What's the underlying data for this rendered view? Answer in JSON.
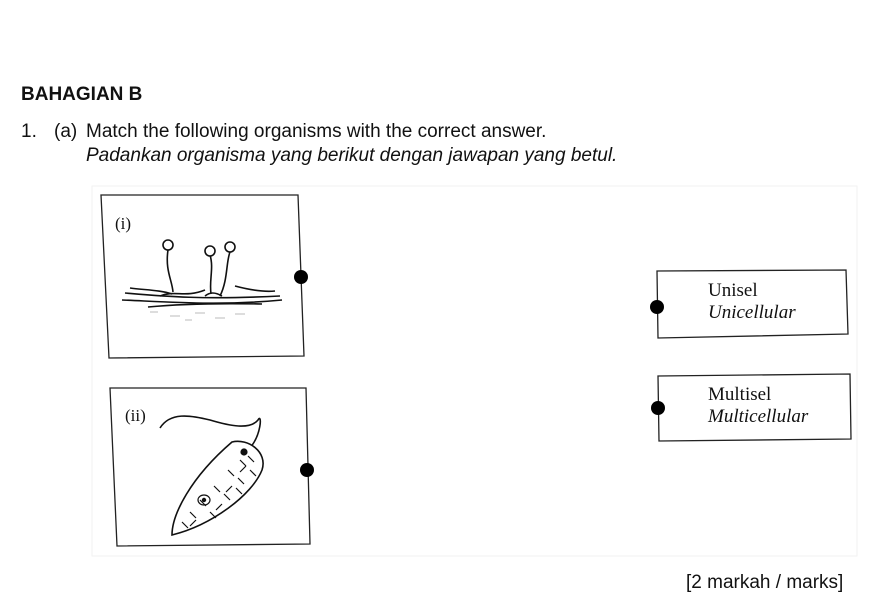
{
  "section": {
    "title": "BAHAGIAN B"
  },
  "question": {
    "number": "1.",
    "part": "(a)",
    "instruction_en": "Match the following organisms with the correct answer.",
    "instruction_my": "Padankan organisma yang berikut dengan jawapan yang betul."
  },
  "organisms": [
    {
      "label": "(i)",
      "icon": "bread-mould-icon"
    },
    {
      "label": "(ii)",
      "icon": "euglena-icon"
    }
  ],
  "answers": [
    {
      "malay": "Unisel",
      "english": "Unicellular"
    },
    {
      "malay": "Multisel",
      "english": "Multicellular"
    }
  ],
  "marks": "[2 markah / marks]"
}
